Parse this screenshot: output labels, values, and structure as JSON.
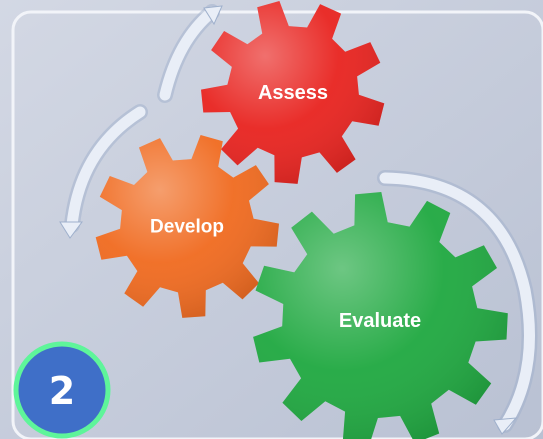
{
  "diagram": {
    "gears": [
      {
        "label": "Assess",
        "color": "#e8231f"
      },
      {
        "label": "Develop",
        "color": "#f06a1f"
      },
      {
        "label": "Evaluate",
        "color": "#1fa840"
      }
    ],
    "badge": {
      "number": "2",
      "fill": "#3f6fc8",
      "ring": "#5ef59a"
    },
    "colors": {
      "background": "#c3cad9",
      "frame": "#eef1f7",
      "arrow": "#e9eef7"
    }
  }
}
